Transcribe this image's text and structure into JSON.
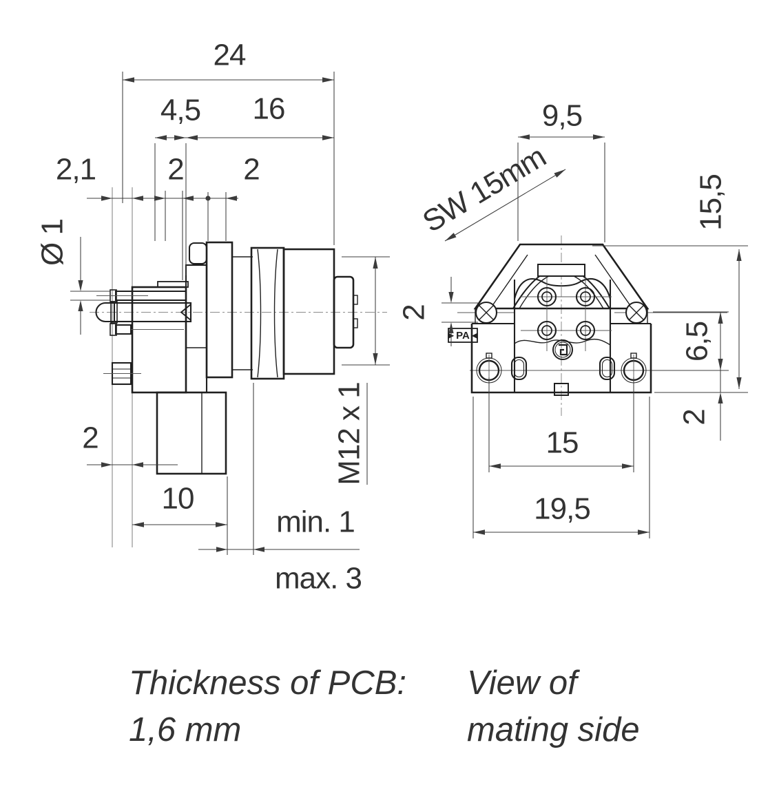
{
  "left_view": {
    "dims": {
      "total_depth": "24",
      "flange_offset": "4,5",
      "front_length": "16",
      "pcb_hole_span": "2,1",
      "small_a": "2",
      "small_b": "2",
      "pin_diameter": "Ø 1",
      "stud_length": "2",
      "body_width": "10",
      "panel_min": "min. 1",
      "panel_max": "max. 3",
      "thread": "M12 x 1"
    },
    "caption_line1": "Thickness of PCB:",
    "caption_line2": "1,6 mm"
  },
  "right_view": {
    "dims": {
      "key_width": "9,5",
      "wrench_size": "SW 15mm",
      "height": "15,5",
      "lug_thickness": "2",
      "lug_to_screw": "6,5",
      "screw_to_edge": "2",
      "screw_spacing": "15",
      "flange_width": "19,5"
    },
    "marking": "►PA◄",
    "caption_line1": "View of",
    "caption_line2": "mating side"
  }
}
